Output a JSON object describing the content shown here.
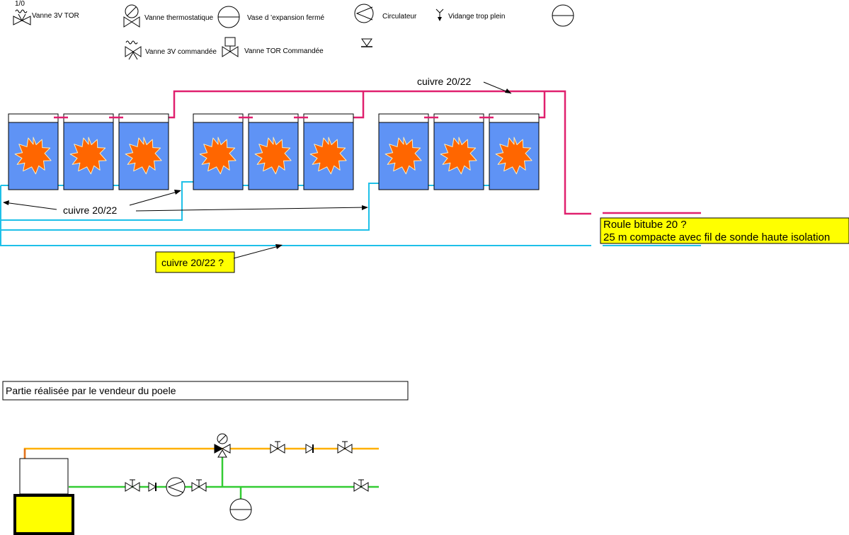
{
  "legend": {
    "vanne_3v_tor": "Vanne 3V TOR",
    "vanne_3v_tor_mark": "1/0",
    "vanne_thermostatique": "Vanne thermostatique",
    "vase_expansion": "Vase d 'expansion fermé",
    "circulateur": "Circulateur",
    "vidange": "Vidange trop plein",
    "vanne_3v_commandee": "Vanne 3V commandée",
    "vanne_tor_commandee": "Vanne TOR Commandée"
  },
  "labels": {
    "cuivre_top": "cuivre 20/22",
    "cuivre_mid": "cuivre 20/22",
    "cuivre_question": "cuivre 20/22 ?",
    "roule_line1": "Roule bitube 20 ?",
    "roule_line2": "25 m compacte avec fil de sonde haute isolation",
    "partie": "Partie réalisée par le vendeur du poele"
  },
  "colors": {
    "hot_pipe": "#e0206e",
    "cold_pipe": "#1ec0e8",
    "panel_blue": "#5f93f5",
    "sun_orange": "#ff6600",
    "note_yellow": "#ffff00",
    "supply_orange": "#ffb000",
    "return_green": "#33cc33"
  }
}
